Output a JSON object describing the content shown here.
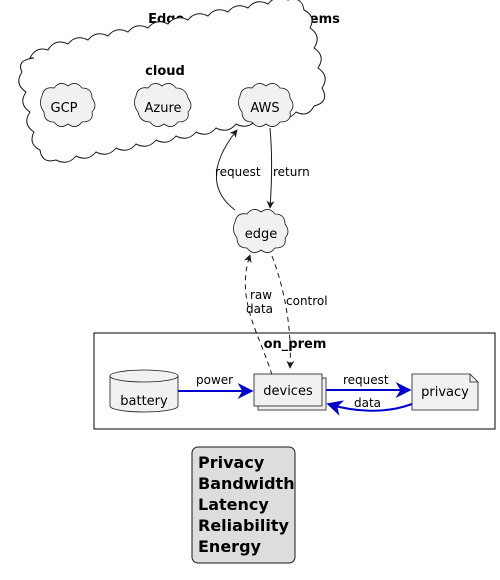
{
  "title": "Edge computing problems",
  "cloud": {
    "label": "cloud",
    "nodes": [
      "GCP",
      "Azure",
      "AWS"
    ]
  },
  "edge": {
    "label": "edge"
  },
  "on_prem": {
    "label": "on_prem",
    "battery": "battery",
    "devices": "devices",
    "privacy": "privacy"
  },
  "links": {
    "request": "request",
    "return": "return",
    "raw_data_1": "raw",
    "raw_data_2": "data",
    "control": "control",
    "power": "power",
    "priv_request": "request",
    "priv_data": "data"
  },
  "note": {
    "lines": [
      "Privacy",
      "Bandwidth",
      "Latency",
      "Reliability",
      "Energy"
    ]
  },
  "colors": {
    "node_fill": "#F1F1F1",
    "note_fill": "#DDDDDD",
    "stroke": "#181818",
    "blue_arrow": "#0000CC"
  }
}
